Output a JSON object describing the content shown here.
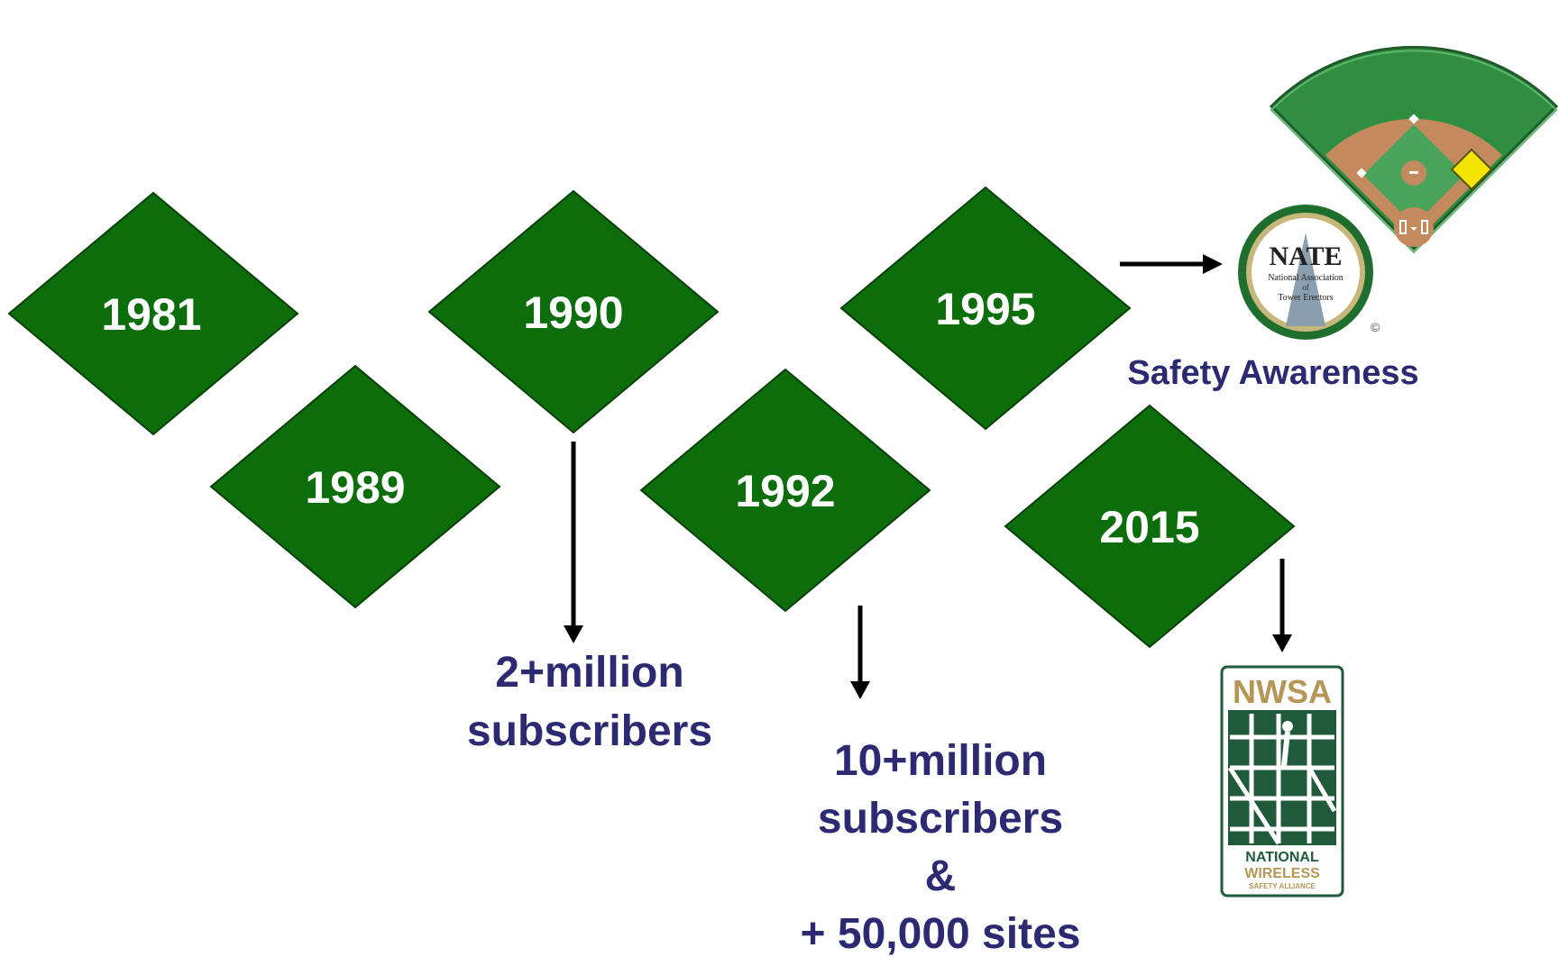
{
  "timeline": {
    "years": [
      "1981",
      "1989",
      "1990",
      "1992",
      "1995",
      "2015"
    ],
    "colors": {
      "diamond": "#0b6e0b",
      "text": "#2b2a72",
      "arrow": "#000000"
    }
  },
  "notes": {
    "y1990": {
      "line1": "2+million",
      "line2": "subscribers"
    },
    "y1992": {
      "line1": "10+million",
      "line2": "subscribers",
      "line3": "&",
      "line4": "+ 50,000 sites"
    },
    "y1995": {
      "caption": "Safety Awareness"
    }
  },
  "logos": {
    "nate": {
      "title": "NATE",
      "sub1": "National Association",
      "sub2": "of",
      "sub3": "Tower Erectors",
      "mark": "©"
    },
    "nwsa": {
      "title": "NWSA",
      "line1": "NATIONAL",
      "line2": "WIRELESS",
      "line3": "SAFETY ALLIANCE"
    },
    "field": {
      "icon": "baseball-field-icon"
    }
  }
}
